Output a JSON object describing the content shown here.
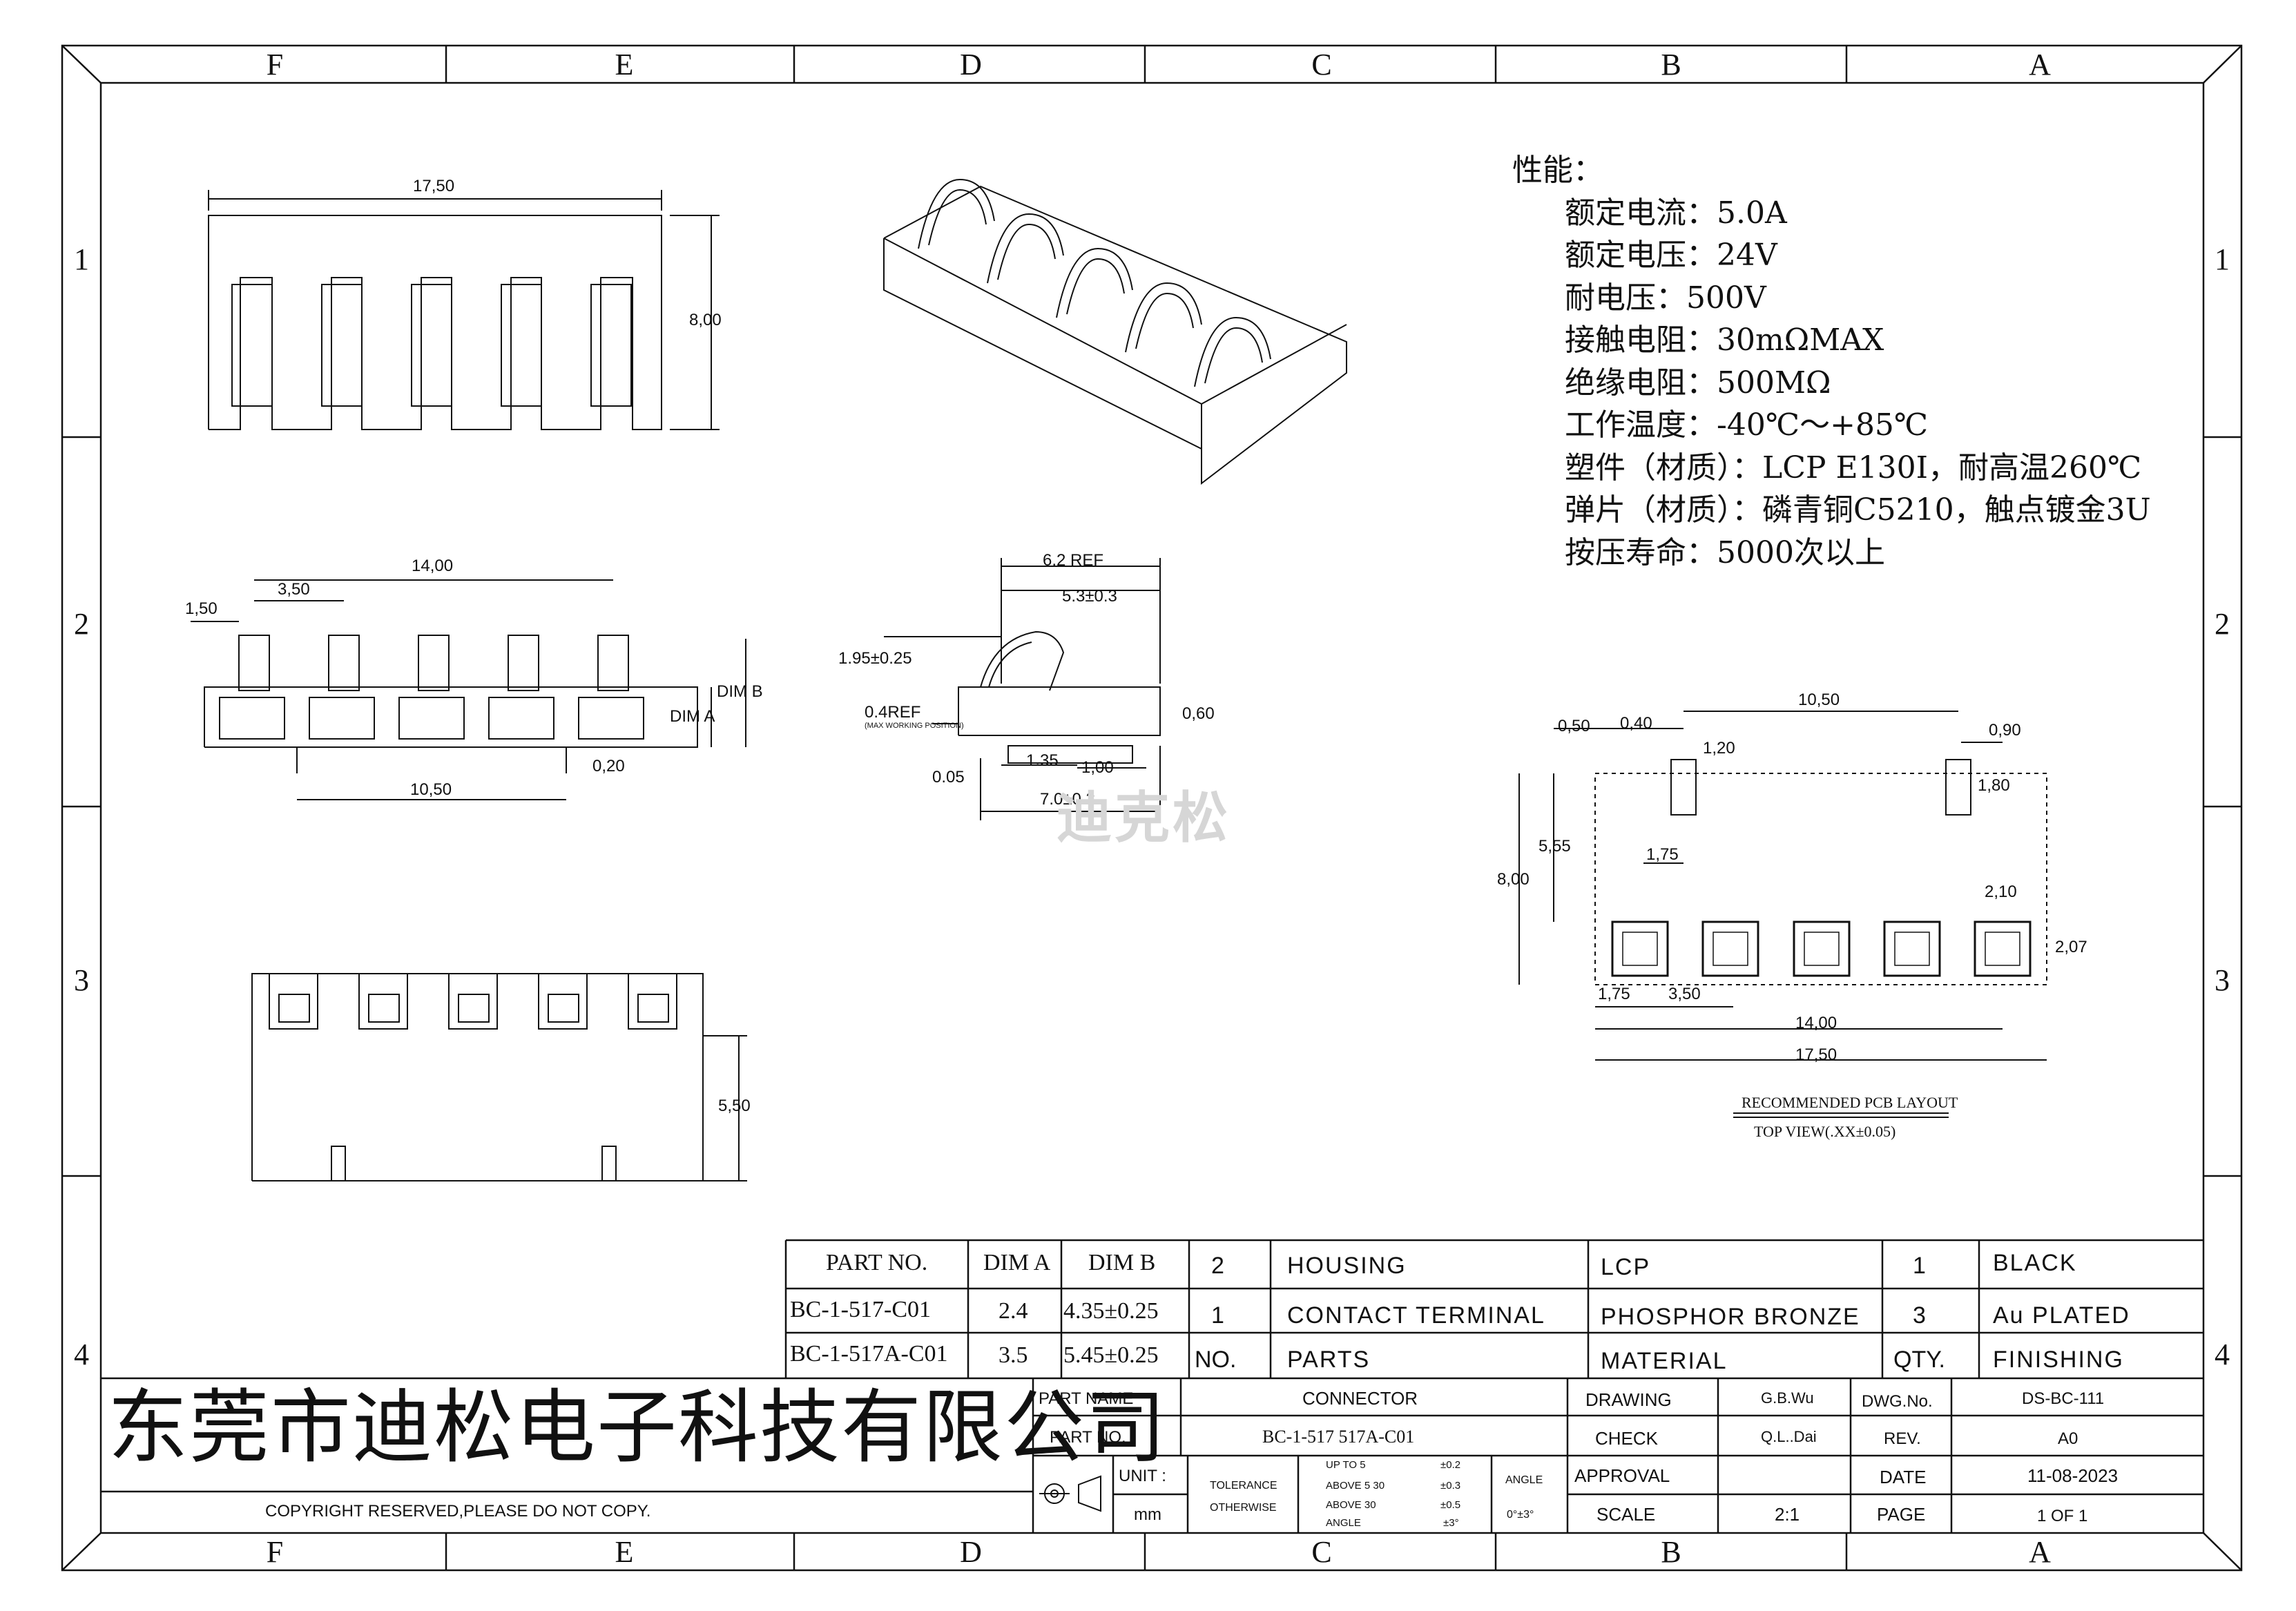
{
  "zones": {
    "columns": [
      "F",
      "E",
      "D",
      "C",
      "B",
      "A"
    ],
    "rows": [
      "1",
      "2",
      "3",
      "4"
    ]
  },
  "specs": {
    "heading": "性能：",
    "items": [
      "额定电流：5.0A",
      "额定电压：24V",
      "耐电压：500V",
      "接触电阻：30mΩMAX",
      "绝缘电阻：500MΩ",
      "工作温度：-40℃～+85℃",
      "塑件（材质）：LCP E130I，耐高温260℃",
      "弹片（材质）：磷青铜C5210，触点镀金3U",
      "按压寿命：5000次以上"
    ]
  },
  "dims": {
    "front_width": "17,50",
    "front_height": "8,00",
    "side_span": "14,00",
    "side_pitch": "3,50",
    "side_offset": "1,50",
    "dim_b": "DIM B",
    "dim_a": "DIM A",
    "pin": "0,20",
    "side_peg": "10,50",
    "bottom_height": "5,50",
    "prof_62": "6.2 REF",
    "prof_53": "5.3±0.3",
    "prof_195": "1.95±0.25",
    "prof_04": "0.4REF",
    "prof_04_note": "(MAX WORKING POSITION)",
    "prof_060": "0,60",
    "prof_135": "1.35",
    "prof_100": "1,00",
    "prof_005": "0.05",
    "prof_70": "7.0±0.3",
    "pcb_1050": "10,50",
    "pcb_050": "0,50",
    "pcb_040": "0,40",
    "pcb_090": "0,90",
    "pcb_120": "1,20",
    "pcb_180": "1,80",
    "pcb_555": "5,55",
    "pcb_800": "8,00",
    "pcb_175a": "1,75",
    "pcb_210": "2,10",
    "pcb_207": "2,07",
    "pcb_175b": "1,75",
    "pcb_350": "3,50",
    "pcb_1400": "14,00",
    "pcb_1750": "17,50"
  },
  "pcb_caption": {
    "title": "RECOMMENDED PCB LAYOUT",
    "sub": "TOP VIEW(.XX±0.05)"
  },
  "watermark": "迪克松",
  "parts_table": {
    "headers": [
      "PART NO.",
      "DIM A",
      "DIM B"
    ],
    "rows": [
      [
        "BC-1-517-C01",
        "2.4",
        "4.35±0.25"
      ],
      [
        "BC-1-517A-C01",
        "3.5",
        "5.45±0.25"
      ]
    ]
  },
  "bom": {
    "rows": [
      [
        "2",
        "HOUSING",
        "LCP",
        "1",
        "BLACK"
      ],
      [
        "1",
        "CONTACT TERMINAL",
        "PHOSPHOR BRONZE",
        "3",
        "Au PLATED"
      ],
      [
        "NO.",
        "PARTS",
        "MATERIAL",
        "QTY.",
        "FINISHING"
      ]
    ]
  },
  "title_block": {
    "company": "东莞市迪松电子科技有限公司",
    "copyright": "COPYRIGHT RESERVED,PLEASE DO NOT COPY.",
    "part_name_label": "PART NAME",
    "part_name": "CONNECTOR",
    "part_no_label": "PART NO.",
    "part_no": "BC-1-517 517A-C01",
    "unit_label": "UNIT :",
    "unit": "mm",
    "tolerance_1": "TOLERANCE",
    "tolerance_2": "OTHERWISE",
    "tol_r1": "UP TO 5",
    "tol_v1": "±0.2",
    "tol_r2": "ABOVE 5  30",
    "tol_v2": "±0.3",
    "tol_r3": "ABOVE 30",
    "tol_v3": "±0.5",
    "tol_r4": "ANGLE",
    "tol_v4": "±3°",
    "angle_label": "ANGLE",
    "angle_val": "0°±3°",
    "drawing_label": "DRAWING",
    "drawing": "G.B.Wu",
    "check_label": "CHECK",
    "check": "Q.L..Dai",
    "approval_label": "APPROVAL",
    "scale_label": "SCALE",
    "scale": "2:1",
    "dwg_label": "DWG.No.",
    "dwg": "DS-BC-111",
    "rev_label": "REV.",
    "rev": "A0",
    "date_label": "DATE",
    "date": "11-08-2023",
    "page_label": "PAGE",
    "page": "1 OF 1"
  }
}
